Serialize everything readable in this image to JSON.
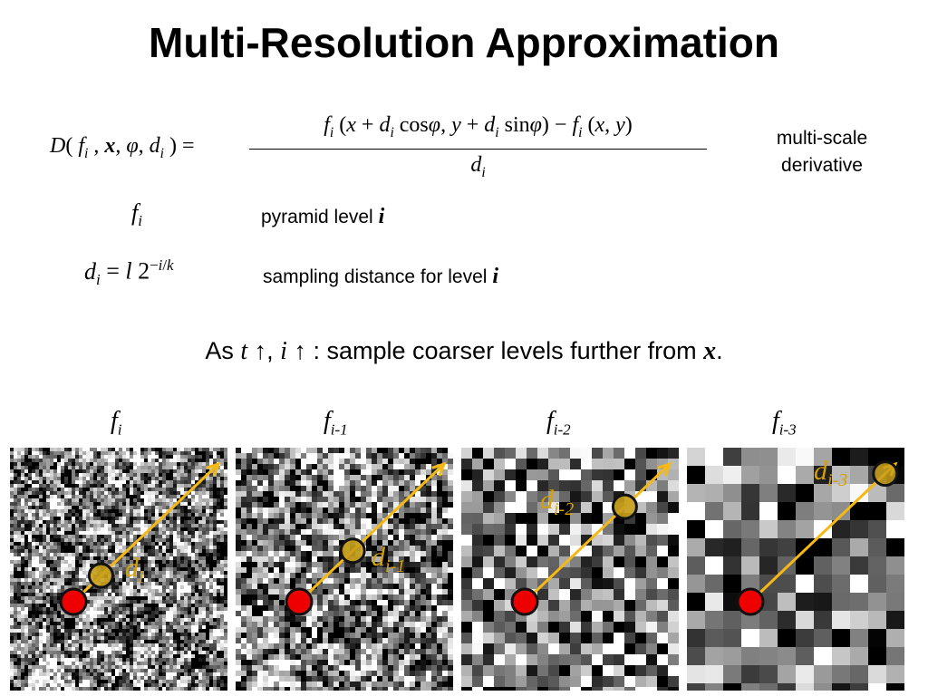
{
  "title": "Multi-Resolution Approximation",
  "equation": {
    "lhs": "D( f_i , x, φ, d_i ) =",
    "numerator": "f_i (x + d_i cos φ, y + d_i sin φ) − f_i (x, y)",
    "denominator": "d_i"
  },
  "multiscale_label": "multi-scale derivative",
  "defs": [
    {
      "symbol": "f_i",
      "label": "pyramid level",
      "var": "i"
    },
    {
      "symbol": "d_i = l 2^{−i/k}",
      "label": "sampling distance for level",
      "var": "i"
    }
  ],
  "note": {
    "prefix": "As",
    "t": "t",
    "i": "i",
    "up": "↑",
    "text": ": sample coarser levels further from",
    "x": "x",
    "period": "."
  },
  "panels": [
    {
      "header_base": "f",
      "header_sub": "i",
      "d_base": "d",
      "d_sub": "i",
      "block": 4,
      "t": 0.19
    },
    {
      "header_base": "f",
      "header_sub": "i-1",
      "d_base": "d",
      "d_sub": "i-1",
      "block": 6,
      "t": 0.37
    },
    {
      "header_base": "f",
      "header_sub": "i-2",
      "d_base": "d",
      "d_sub": "i-2",
      "block": 12,
      "t": 0.69
    },
    {
      "header_base": "f",
      "header_sub": "i-3",
      "d_base": "d",
      "d_sub": "i-3",
      "block": 20,
      "t": 0.93
    }
  ],
  "colors": {
    "arrow": "#f5b915",
    "sample_fill": "#c9a019",
    "origin": "#ee0000",
    "label": "#d7a000"
  }
}
